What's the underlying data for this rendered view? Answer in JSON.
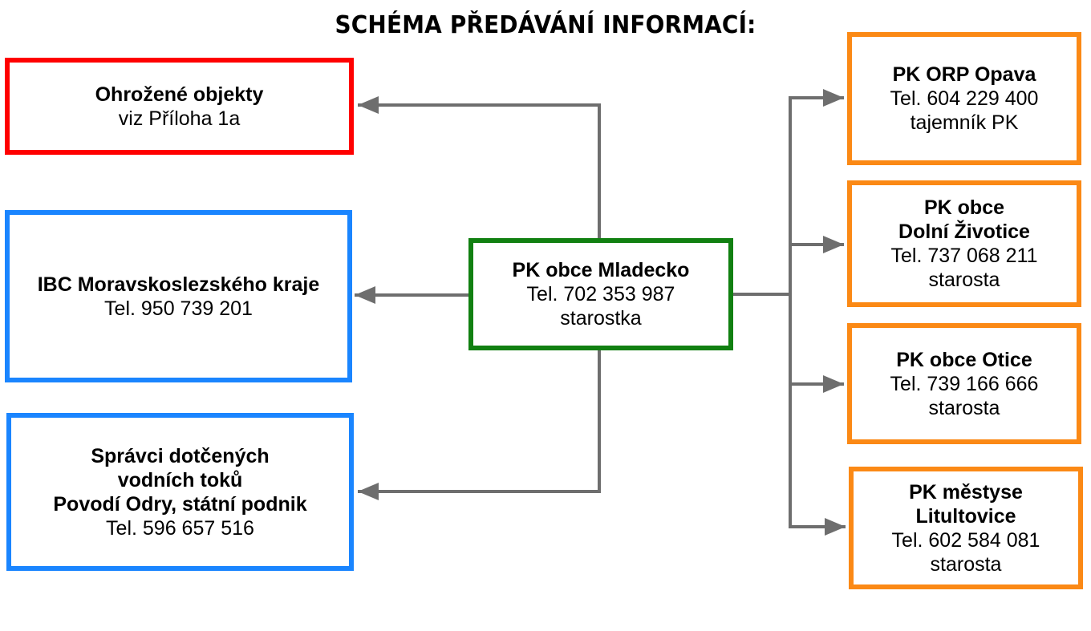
{
  "title": "SCHÉMA PŘEDÁVÁNÍ INFORMACÍ:",
  "colors": {
    "red": "#ff0000",
    "blue": "#1a85ff",
    "green": "#118011",
    "orange": "#fb8915",
    "connector": "#6e6e6e"
  },
  "nodes": {
    "ohrozene": {
      "heading": [
        "Ohrožené objekty"
      ],
      "details": [
        "viz Příloha 1a"
      ]
    },
    "ibc": {
      "heading": [
        "IBC Moravskoslezského kraje"
      ],
      "details": [
        "Tel. 950 739 201"
      ]
    },
    "spravci": {
      "heading": [
        "Správci dotčených",
        "vodních toků",
        "Povodí Odry, státní podnik"
      ],
      "details": [
        "Tel. 596 657 516"
      ]
    },
    "mladecko": {
      "heading": [
        "PK obce Mladecko"
      ],
      "details": [
        "Tel. 702 353 987",
        "starostka"
      ]
    },
    "opava": {
      "heading": [
        "PK ORP Opava"
      ],
      "details": [
        "Tel. 604 229 400",
        "tajemník PK"
      ]
    },
    "dolni": {
      "heading": [
        "PK obce",
        "Dolní Životice"
      ],
      "details": [
        "Tel. 737 068 211",
        "starosta"
      ]
    },
    "otice": {
      "heading": [
        "PK obce Otice"
      ],
      "details": [
        "Tel. 739 166 666",
        "starosta"
      ]
    },
    "litultovice": {
      "heading": [
        "PK městyse",
        "Litultovice"
      ],
      "details": [
        "Tel. 602 584 081",
        "starosta"
      ]
    }
  },
  "edges": [
    {
      "from": "mladecko",
      "to": "ohrozene"
    },
    {
      "from": "mladecko",
      "to": "ibc"
    },
    {
      "from": "mladecko",
      "to": "spravci"
    },
    {
      "from": "mladecko",
      "to": "opava"
    },
    {
      "from": "mladecko",
      "to": "dolni"
    },
    {
      "from": "mladecko",
      "to": "otice"
    },
    {
      "from": "mladecko",
      "to": "litultovice"
    }
  ]
}
